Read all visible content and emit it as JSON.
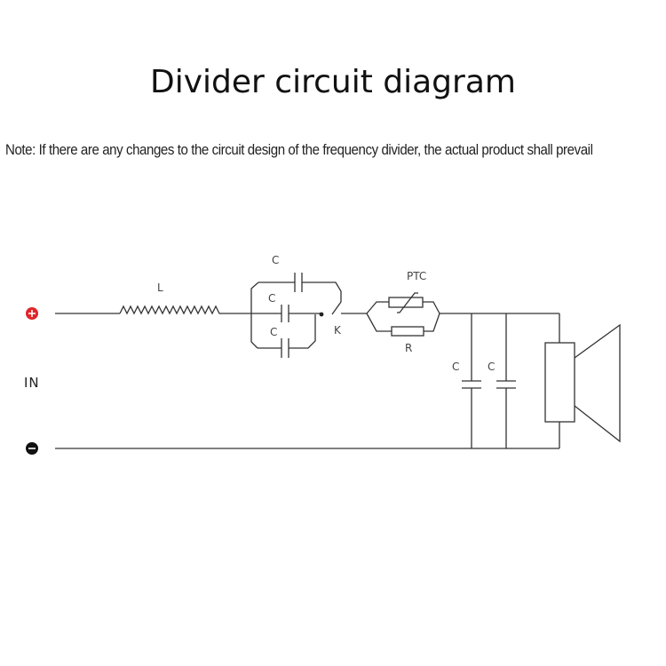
{
  "title": "Divider circuit diagram",
  "note": "Note: If there are any changes to the circuit design of the frequency divider, the actual product shall prevail",
  "terminals": {
    "plus": "+",
    "minus": "−",
    "input_label": "IN",
    "plus_color": "#e0262a",
    "minus_color": "#111111"
  },
  "components": {
    "inductor": "L",
    "cap_top": "C",
    "cap_mid": "C",
    "cap_bottom": "C",
    "switch": "K",
    "ptc": "PTC",
    "resistor": "R",
    "shunt_cap_1": "C",
    "shunt_cap_2": "C"
  },
  "icons": {
    "speaker": "speaker-icon"
  }
}
